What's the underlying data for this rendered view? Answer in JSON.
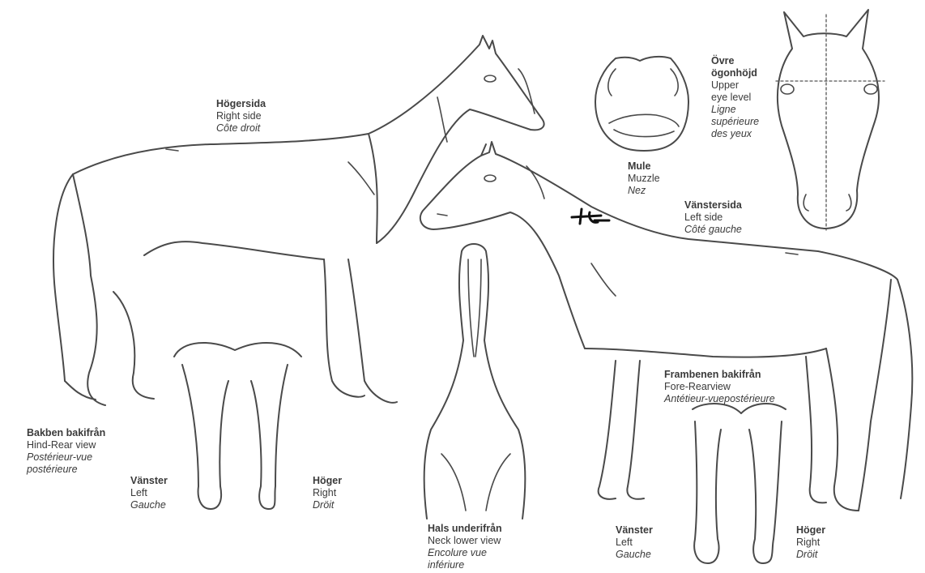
{
  "labels": {
    "right_side": {
      "swedish": "Högersida",
      "english": "Right side",
      "french": "Côte droit"
    },
    "muzzle": {
      "swedish": "Mule",
      "english": "Muzzle",
      "french": "Nez"
    },
    "upper_eye": {
      "swedish_1": "Övre",
      "swedish_2": "ögonhöjd",
      "english_1": "Upper",
      "english_2": "eye level",
      "french_1": "Ligne",
      "french_2": "supérieure",
      "french_3": "des yeux"
    },
    "left_side": {
      "swedish": "Vänstersida",
      "english": "Left side",
      "french": "Côté gauche"
    },
    "fore_rear": {
      "swedish": "Frambenen bakifrån",
      "english": "Fore-Rearview",
      "french": "Antétieur-vuepostérieure"
    },
    "hind_rear": {
      "swedish": "Bakben bakifrån",
      "english": "Hind-Rear view",
      "french_1": "Postérieur-vue",
      "french_2": "postérieure"
    },
    "hind_left": {
      "swedish": "Vänster",
      "english": "Left",
      "french": "Gauche"
    },
    "hind_right": {
      "swedish": "Höger",
      "english": "Right",
      "french": "Dröit"
    },
    "neck": {
      "swedish": "Hals underifrån",
      "english": "Neck lower view",
      "french_1": "Encolure vue",
      "french_2": "infériure"
    },
    "fore_left": {
      "swedish": "Vänster",
      "english": "Left",
      "french": "Gauche"
    },
    "fore_right": {
      "swedish": "Höger",
      "english": "Right",
      "french": "Dröit"
    }
  },
  "line_color": "#4a4a4a",
  "mark_color": "#111111"
}
